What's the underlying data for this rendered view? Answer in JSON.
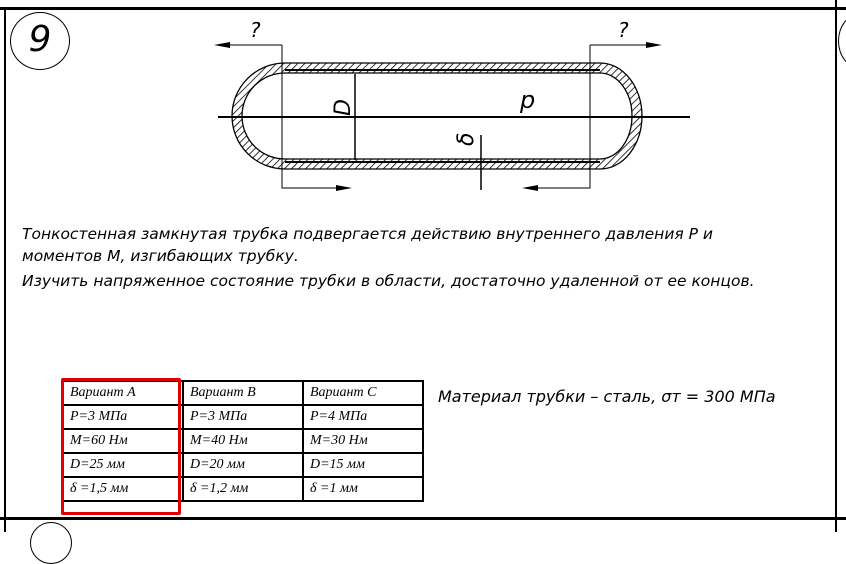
{
  "problem_number": "9",
  "diagram": {
    "label_D": "D",
    "label_p": "p",
    "label_delta": "δ",
    "label_q_left": "?",
    "label_q_right": "?"
  },
  "text": {
    "line1": "Тонкостенная замкнутая трубка подвергается действию внутреннего давления Р и",
    "line2": "моментов М, изгибающих трубку.",
    "line3": "Изучить напряженное состояние трубки в области, достаточно удаленной от ее концов."
  },
  "material": "Материал трубки – сталь, σт = 300 МПа",
  "table": {
    "rows": [
      [
        "Вариант A",
        "Вариант B",
        "Вариант C"
      ],
      [
        "P=3 МПа",
        "P=3 МПа",
        "P=4 МПа"
      ],
      [
        "M=60 Нм",
        "M=40 Нм",
        "M=30 Нм"
      ],
      [
        "D=25 мм",
        "D=20 мм",
        "D=15 мм"
      ],
      [
        "δ =1,5 мм",
        "δ =1,2 мм",
        "δ =1 мм"
      ]
    ]
  },
  "highlight_color": "#e00000"
}
